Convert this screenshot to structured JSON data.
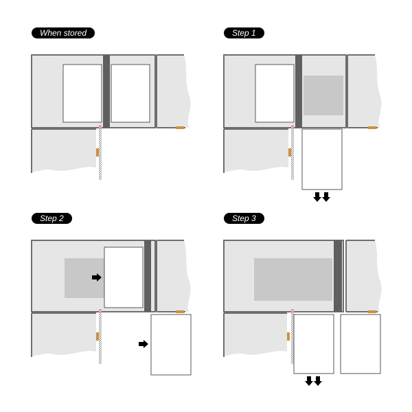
{
  "labels": {
    "when_stored": "When stored",
    "step1": "Step 1",
    "step2": "Step 2",
    "step3": "Step 3"
  },
  "colors": {
    "wall_fill": "#e6e6e6",
    "frame": "#6e6e6e",
    "post": "#5f5f5f",
    "inner_panel": "#c8c8c8",
    "hinge": "#c9923f",
    "arrow": "#000000"
  }
}
